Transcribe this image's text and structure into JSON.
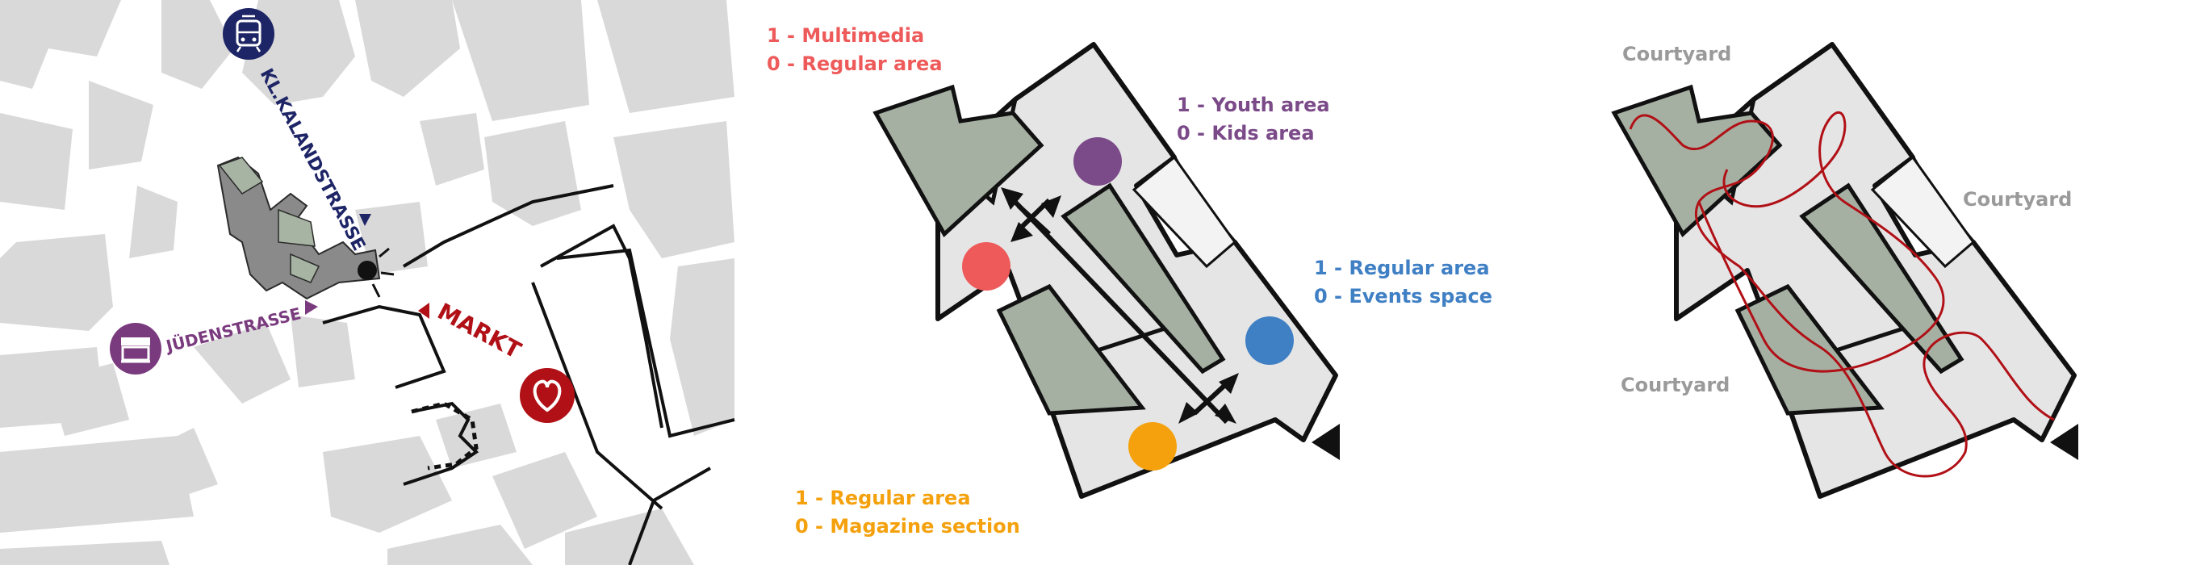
{
  "map": {
    "street_north": "KL.KALANDSTRASSE",
    "street_west": "JÜDENSTRASSE",
    "market": "MARKT",
    "tram_icon": "tram-icon",
    "shop_icon": "market-stall-icon",
    "heart_icon": "heart-icon",
    "colors": {
      "navy": "#1e2566",
      "purple": "#7a3b7e",
      "red": "#b01016",
      "grey": "#d9d9d9"
    }
  },
  "zoning": {
    "legend_red": {
      "line1": "1 - Multimedia",
      "line2": "0 - Regular area",
      "color": "#ee5a5a"
    },
    "legend_purple": {
      "line1": "1 - Youth area",
      "line2": "0 - Kids area",
      "color": "#7b4a88"
    },
    "legend_blue": {
      "line1": "1 - Regular area",
      "line2": "0 - Events space",
      "color": "#3f7fc4"
    },
    "legend_orange": {
      "line1": "1 - Regular area",
      "line2": "0 - Magazine section",
      "color": "#f4a10d"
    }
  },
  "circulation": {
    "courtyard_top": "Courtyard",
    "courtyard_right": "Courtyard",
    "courtyard_bottom": "Courtyard",
    "path_color": "#b01016"
  }
}
